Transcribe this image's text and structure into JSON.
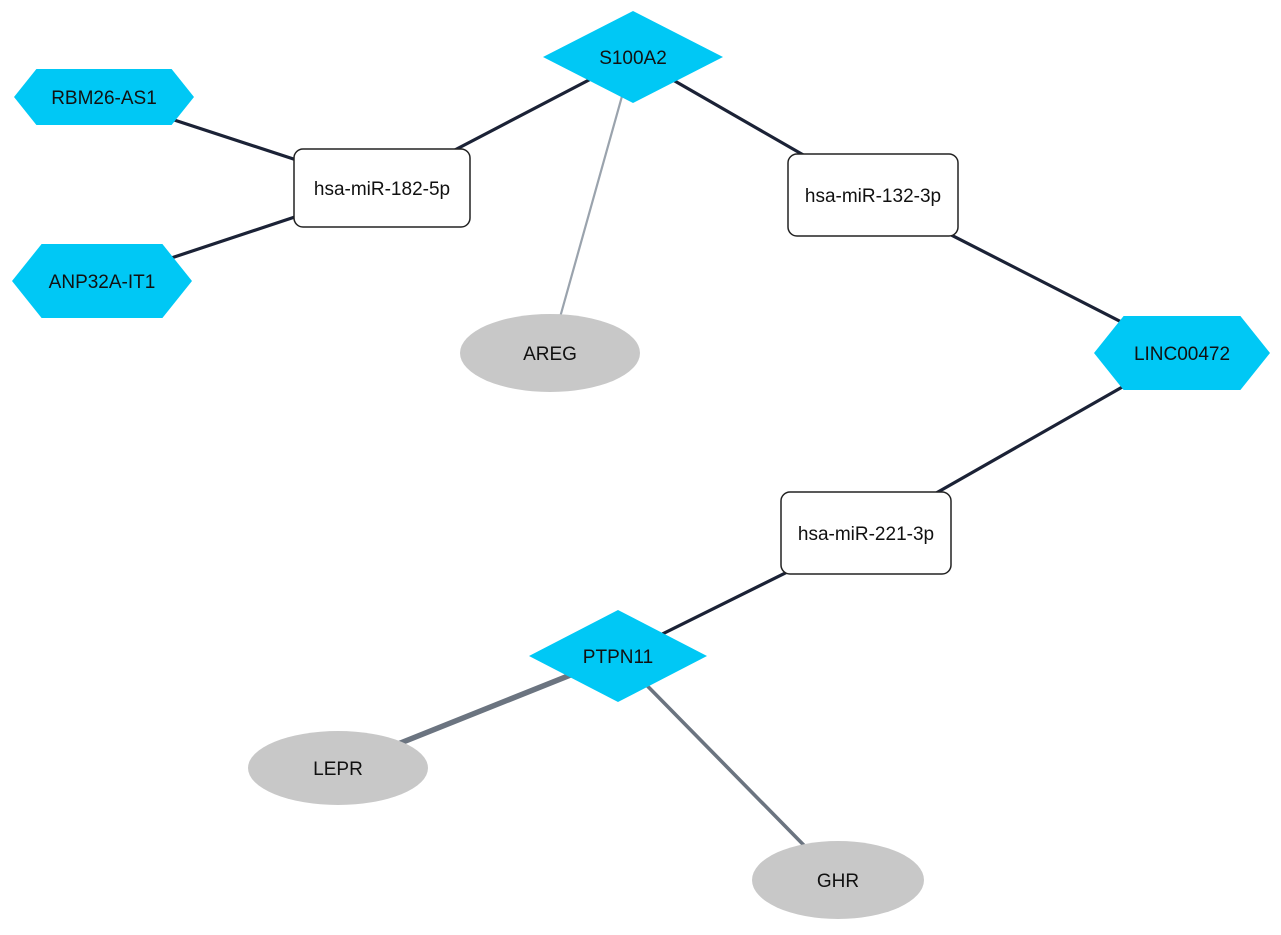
{
  "colors": {
    "lncRNA": "#00c8f5",
    "mrna_hub": "#00c8f5",
    "mirna_fill": "#ffffff",
    "mirna_stroke": "#222222",
    "gene": "#c8c8c8",
    "edge_dark": "#1b2236",
    "edge_light": "#9aa3ad",
    "edge_mid": "#6b7480"
  },
  "nodes": [
    {
      "id": "s100a2",
      "label": "S100A2",
      "shape": "diamond"
    },
    {
      "id": "rbm26",
      "label": "RBM26-AS1",
      "shape": "hexagon"
    },
    {
      "id": "anp32a",
      "label": "ANP32A-IT1",
      "shape": "hexagon"
    },
    {
      "id": "mir182",
      "label": "hsa-miR-182-5p",
      "shape": "rounded-rect"
    },
    {
      "id": "mir132",
      "label": "hsa-miR-132-3p",
      "shape": "rounded-rect"
    },
    {
      "id": "areg",
      "label": "AREG",
      "shape": "ellipse"
    },
    {
      "id": "linc00472",
      "label": "LINC00472",
      "shape": "hexagon"
    },
    {
      "id": "mir221",
      "label": "hsa-miR-221-3p",
      "shape": "rounded-rect"
    },
    {
      "id": "ptpn11",
      "label": "PTPN11",
      "shape": "diamond"
    },
    {
      "id": "lepr",
      "label": "LEPR",
      "shape": "ellipse"
    },
    {
      "id": "ghr",
      "label": "GHR",
      "shape": "ellipse"
    }
  ],
  "edges": [
    {
      "source": "rbm26",
      "target": "mir182",
      "style": "dark"
    },
    {
      "source": "anp32a",
      "target": "mir182",
      "style": "dark"
    },
    {
      "source": "mir182",
      "target": "s100a2",
      "style": "dark"
    },
    {
      "source": "s100a2",
      "target": "mir132",
      "style": "dark"
    },
    {
      "source": "s100a2",
      "target": "areg",
      "style": "light"
    },
    {
      "source": "mir132",
      "target": "linc00472",
      "style": "dark"
    },
    {
      "source": "linc00472",
      "target": "mir221",
      "style": "dark"
    },
    {
      "source": "mir221",
      "target": "ptpn11",
      "style": "dark"
    },
    {
      "source": "ptpn11",
      "target": "lepr",
      "style": "mid-thick"
    },
    {
      "source": "ptpn11",
      "target": "ghr",
      "style": "mid"
    }
  ]
}
